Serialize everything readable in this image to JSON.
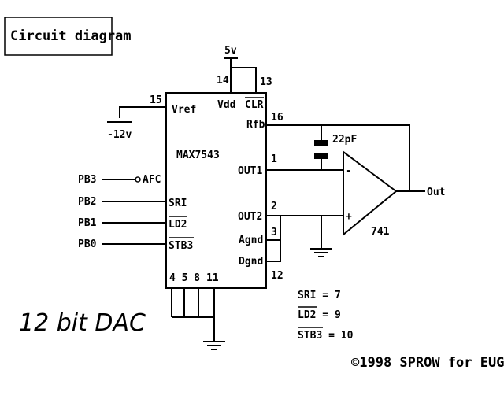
{
  "title": "Circuit diagram",
  "subtitle": "12 bit DAC",
  "credit": "©1998 SPROW for EUG",
  "chip": {
    "name": "MAX7543",
    "vref": "Vref",
    "vdd": "Vdd",
    "clr": "CLR",
    "rfb": "Rfb",
    "out1": "OUT1",
    "out2": "OUT2",
    "agnd": "Agnd",
    "dgnd": "Dgnd",
    "sri": "SRI",
    "ld2": "LD2",
    "stb3": "STB3"
  },
  "pins": {
    "p15": "15",
    "p14": "14",
    "p13": "13",
    "p16": "16",
    "p1": "1",
    "p2": "2",
    "p3": "3",
    "p12": "12",
    "bottom": "4 5 8 11"
  },
  "supplies": {
    "v5": "5v",
    "vneg": "-12v"
  },
  "ports": {
    "pb3": "PB3",
    "afc": "AFC",
    "pb2": "PB2",
    "pb1": "PB1",
    "pb0": "PB0"
  },
  "cap": "22pF",
  "opamp": {
    "name": "741",
    "out": "Out",
    "minus": "-",
    "plus": "+"
  },
  "legend": {
    "sri": "SRI = 7",
    "ld2": "LD2 = 9",
    "stb3": "STB3 = 10"
  }
}
